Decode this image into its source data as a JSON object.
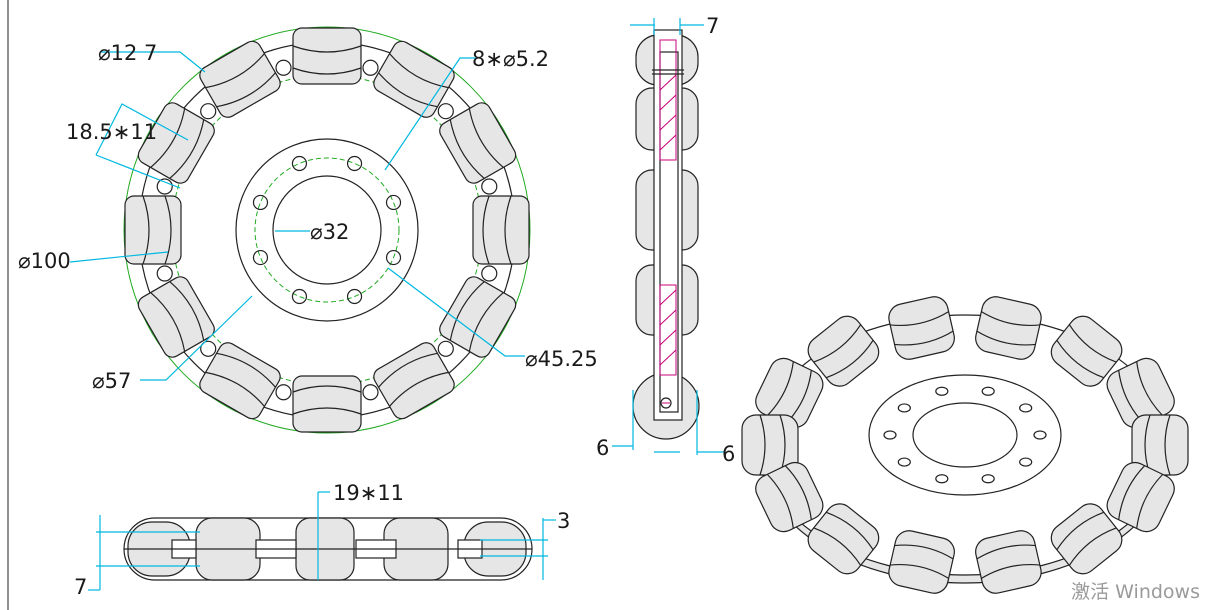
{
  "labels": {
    "d127": "⌀12 7",
    "r185x11": "18.5∗11",
    "d100": "⌀100",
    "d57": "⌀57",
    "holes": "8∗⌀5.2",
    "d32": "⌀32",
    "d4525": "⌀45.25",
    "w7top": "7",
    "w6left": "6",
    "w6right": "6",
    "r19x11": "19∗11",
    "t3": "3",
    "t7": "7"
  },
  "watermark": "激活 Windows",
  "colors": {
    "line": "#222222",
    "dimension": "#00b8e0",
    "construction": "#22aa22",
    "section": "#c8007a"
  }
}
